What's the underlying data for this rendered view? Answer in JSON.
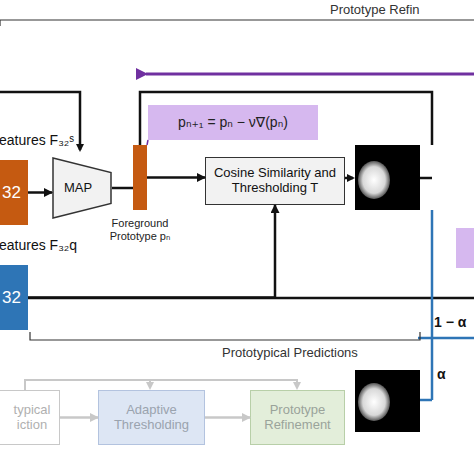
{
  "diagram": {
    "nodes": [
      {
        "text": [
          "eatures F₃₂ˢ",
          "32"
        ]
      },
      {
        "text": [
          "MAP"
        ]
      },
      {
        "text": [
          "Foreground Prototype pₙ"
        ]
      },
      {
        "text": [
          "pₙ₊₁ = pₙ − ν∇(pₙ)"
        ]
      },
      {
        "text": [
          "Cosine Similarity and Thresholding T"
        ]
      },
      {
        "text": [
          "eatures F₃₂q",
          "32"
        ]
      },
      {
        "text": [
          "typical iction"
        ]
      },
      {
        "text": [
          "Adaptive Thresholding"
        ]
      },
      {
        "text": [
          "Prototype Refinement"
        ]
      }
    ],
    "edges": [
      {
        "from": 0,
        "to": 1,
        "arrow": "to"
      },
      {
        "from": 1,
        "to": 2,
        "arrow": "none"
      },
      {
        "from": 2,
        "to": 4,
        "arrow": "to"
      },
      {
        "from": 5,
        "to": 4,
        "arrow": "to"
      },
      {
        "from": 2,
        "to": 3,
        "arrow": "none"
      },
      {
        "from": 6,
        "to": 7,
        "arrow": "to"
      },
      {
        "from": 7,
        "to": 8,
        "arrow": "to"
      }
    ],
    "labels": [
      "Prototype Refin",
      "Prototypical Predictions",
      "1 − α",
      "α"
    ]
  }
}
